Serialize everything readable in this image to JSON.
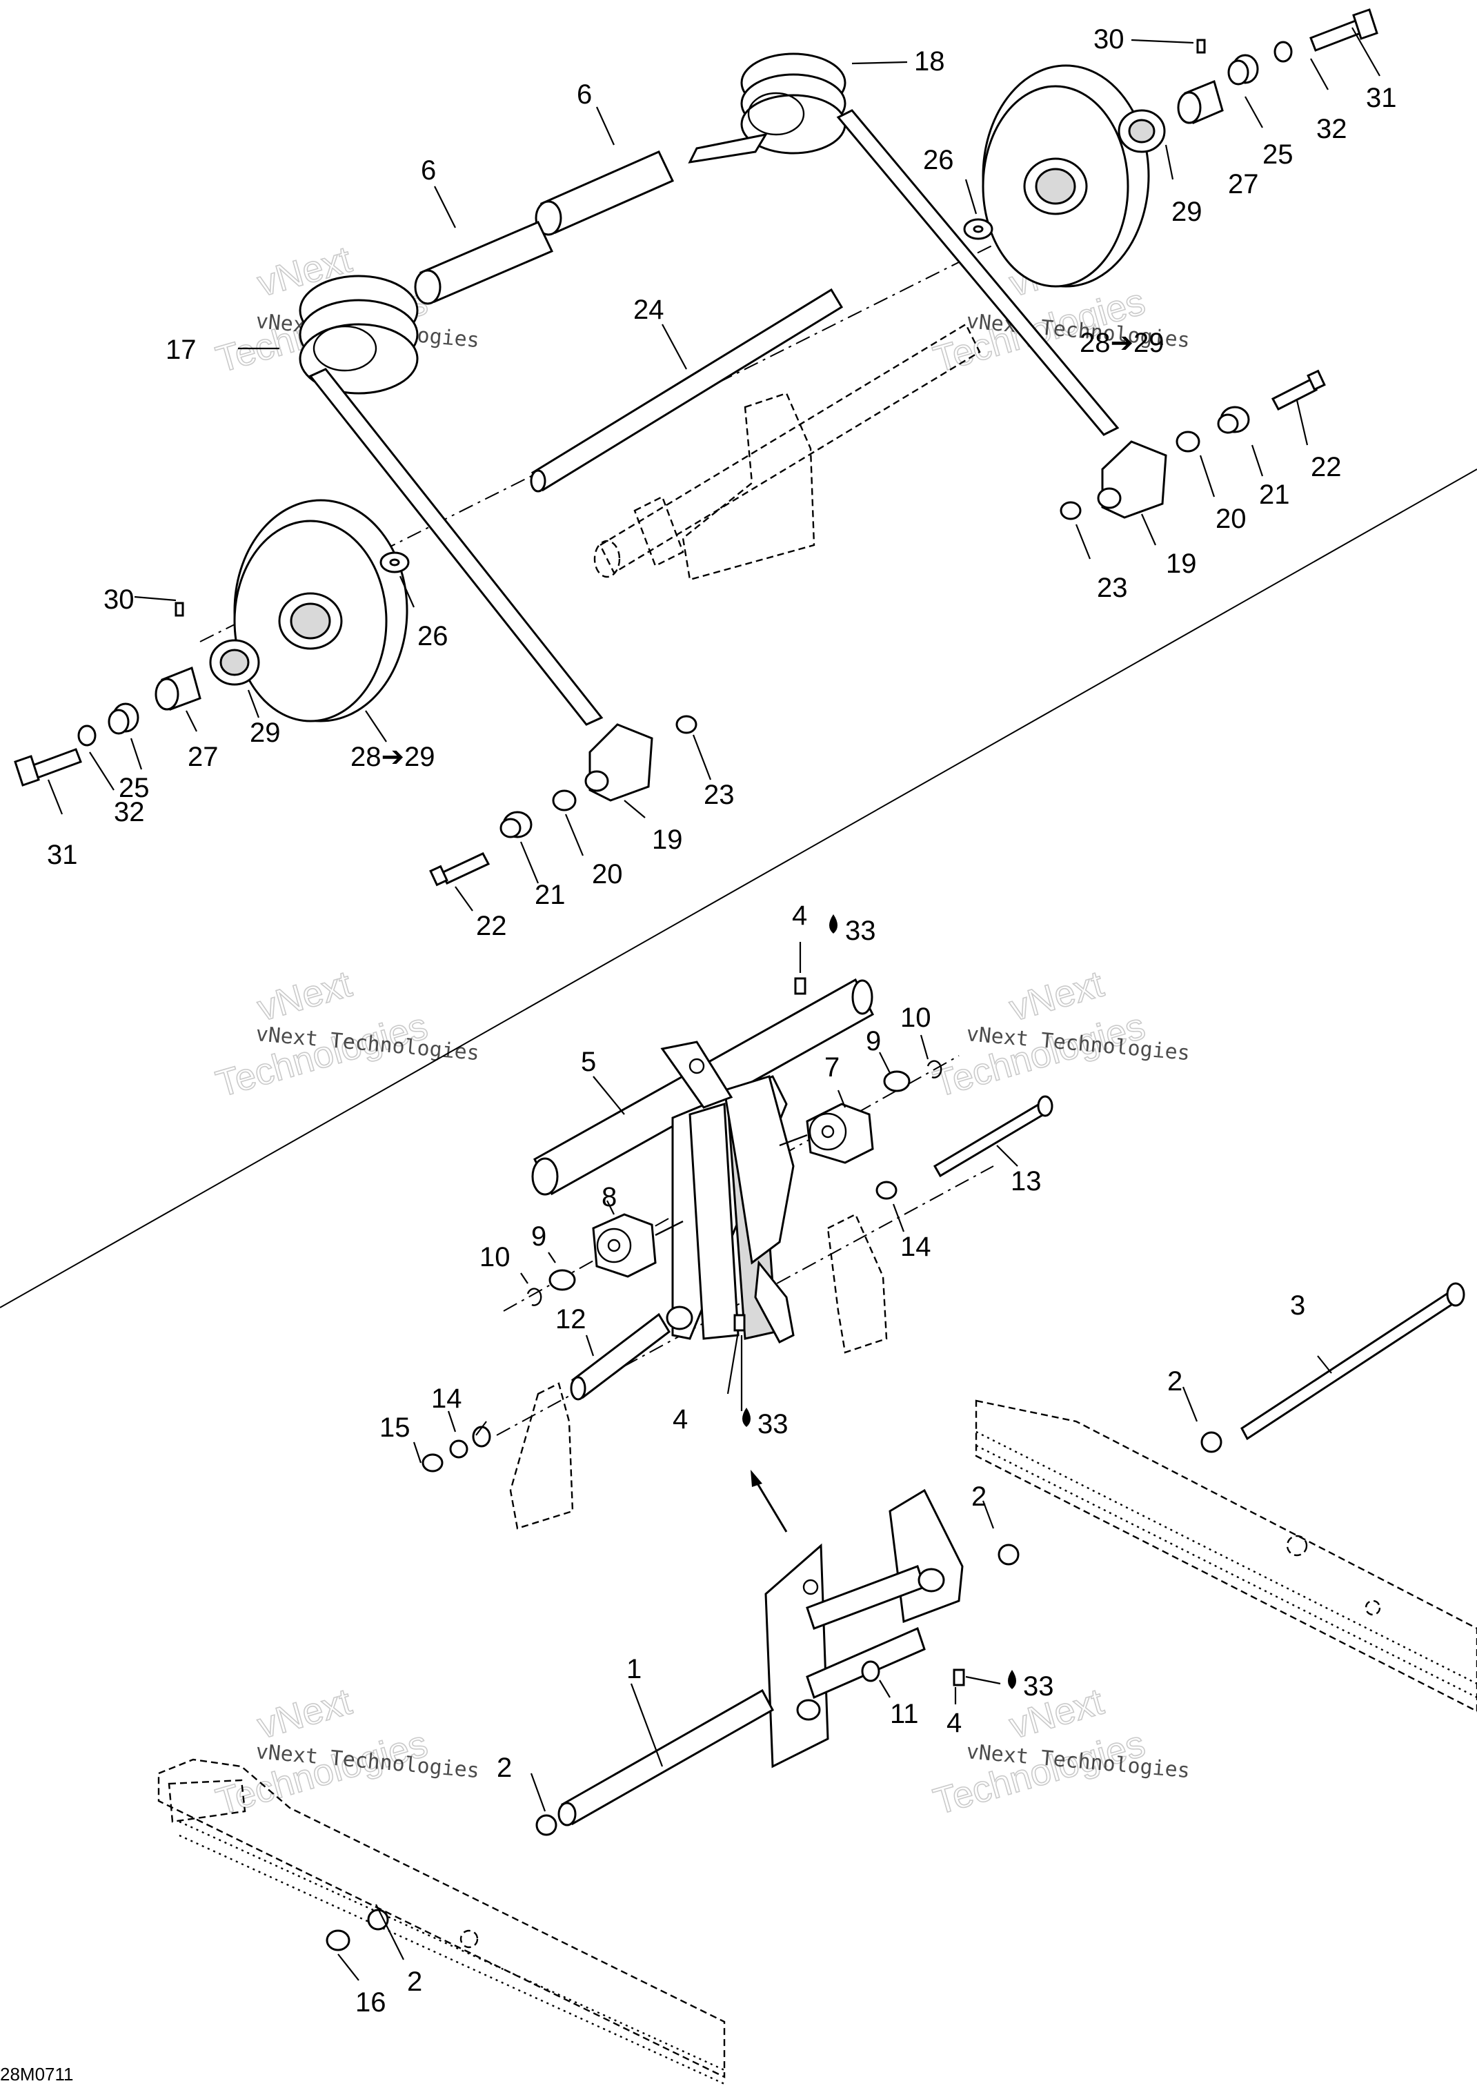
{
  "diagram_code": "28M0711",
  "watermark": {
    "line1": "vNext Technologies",
    "line2": "vNext",
    "line3": "Technologies"
  },
  "colors": {
    "line": "#000000",
    "shade": "#d9d9d9",
    "watermark": "#bdbdbd"
  },
  "callouts": {
    "n1": "1",
    "n2": "2",
    "n3": "3",
    "n4": "4",
    "n5": "5",
    "n6": "6",
    "n7": "7",
    "n8": "8",
    "n9": "9",
    "n10": "10",
    "n11": "11",
    "n12": "12",
    "n13": "13",
    "n14": "14",
    "n15": "15",
    "n16": "16",
    "n17": "17",
    "n18": "18",
    "n19": "19",
    "n20": "20",
    "n21": "21",
    "n22": "22",
    "n23": "23",
    "n24": "24",
    "n25": "25",
    "n26": "26",
    "n27": "27",
    "n29": "29",
    "n30": "30",
    "n31": "31",
    "n32": "32",
    "n33": "33",
    "n28to29": "28➔29",
    "n28to29b": "28➔29"
  }
}
